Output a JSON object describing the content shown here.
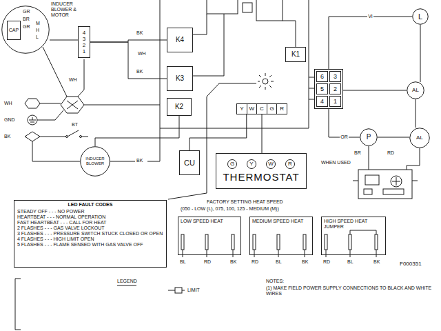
{
  "diagram": {
    "nodes": [
      {
        "text": [
          "INDUCER BLOWER & MOTOR",
          "M",
          "H",
          "L"
        ]
      },
      {
        "text": [
          "CAP"
        ],
        "in": 0
      },
      {
        "text": [
          "4",
          "3",
          "2",
          "1"
        ]
      },
      {
        "text": [
          "K4"
        ]
      },
      {
        "text": [
          "K3"
        ]
      },
      {
        "text": [
          "K2"
        ]
      },
      {
        "text": [
          "K1"
        ]
      },
      {
        "text": [
          "L"
        ]
      },
      {
        "text": [
          "6",
          "3",
          "5",
          "2",
          "4",
          "1"
        ]
      },
      {
        "text": [
          "AL"
        ]
      },
      {
        "text": [
          "Y",
          "W",
          "C",
          "G",
          "R"
        ]
      },
      {
        "text": [
          "P"
        ]
      },
      {
        "text": [
          "AL"
        ]
      },
      {
        "text": [
          "INDUCER BLOWER"
        ]
      },
      {
        "text": [
          "CU"
        ]
      },
      {
        "text": [
          "G",
          "Y",
          "W",
          "R",
          "THERMOSTAT"
        ]
      },
      {
        "text": [
          "LED FAULT CODES",
          "STEADY OFF - - - NO POWER",
          "HEARTBEAT - - - NORMAL OPERATION",
          "FAST HEARTBEAT - - - CALL FOR HEAT",
          "2 FLASHES - - - GAS VALVE LOCKOUT",
          "3 FLASHES - - - PRESSURE SWITCH STUCK CLOSED OR OPEN",
          "4 FLASHES - - - HIGH LIMIT OPEN",
          "5 FLASHES - - - FLAME SENSED WITH GAS VALVE OFF"
        ]
      },
      {
        "text": [
          "LOW SPEED HEAT"
        ]
      },
      {
        "text": [
          "MEDIUM SPEED HEAT"
        ]
      },
      {
        "text": [
          "HIGH SPEED HEAT",
          "JUMPER"
        ]
      }
    ],
    "edges": [
      {
        "from": 0,
        "to": 2,
        "arrow": "none"
      },
      {
        "from": 2,
        "to": 3,
        "arrow": "none"
      },
      {
        "from": 2,
        "to": 4,
        "arrow": "none"
      },
      {
        "from": 13,
        "to": 5,
        "arrow": "none"
      },
      {
        "from": 14,
        "to": 10,
        "arrow": "none"
      },
      {
        "from": 15,
        "to": 10,
        "arrow": "none"
      },
      {
        "from": 8,
        "to": 7,
        "label": "VI",
        "arrow": "none"
      },
      {
        "from": 8,
        "to": 9,
        "arrow": "none"
      },
      {
        "from": 8,
        "to": 11,
        "label": "OR",
        "arrow": "none"
      },
      {
        "from": 11,
        "to": 12,
        "arrow": "none"
      }
    ],
    "labels": [
      "GR",
      "BR",
      "GR",
      "BK",
      "WH",
      "BK",
      "WH",
      "WH",
      "GND",
      "BK",
      "BT",
      "BK",
      "BR",
      "RD",
      "WHEN USED",
      "FACTORY SETTING HEAT SPEED",
      "(050 - LOW (L), 075, 100, 125 - MEDIUM (M))",
      "BL",
      "RD",
      "BK",
      "RD",
      "BL",
      "BK",
      "RD",
      "BL",
      "BK",
      "F000351",
      "LEGEND",
      "NOTES:",
      "(1) MAKE FIELD POWER SUPPLY CONNECTIONS TO BLACK AND WHITE WIRES"
    ],
    "legend": [
      {
        "text": "LIMIT"
      }
    ]
  }
}
